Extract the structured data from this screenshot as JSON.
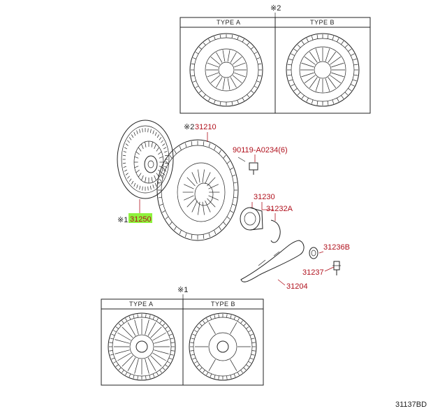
{
  "diagram_id": "31137BD",
  "notes": {
    "note1": "※1",
    "note2": "※2"
  },
  "panel_top": {
    "type_a": "TYPE  A",
    "type_b": "TYPE  B"
  },
  "panel_bottom": {
    "type_a": "TYPE  A",
    "type_b": "TYPE  B"
  },
  "parts": {
    "p31210": "31210",
    "p90119": "90119-A0234(6)",
    "p31230": "31230",
    "p31232A": "31232A",
    "p31250": "31250",
    "p31236B": "31236B",
    "p31237": "31237",
    "p31204": "31204"
  },
  "colors": {
    "part_number": "#b0101c",
    "highlight": "#8ef23c",
    "line": "#222222"
  }
}
